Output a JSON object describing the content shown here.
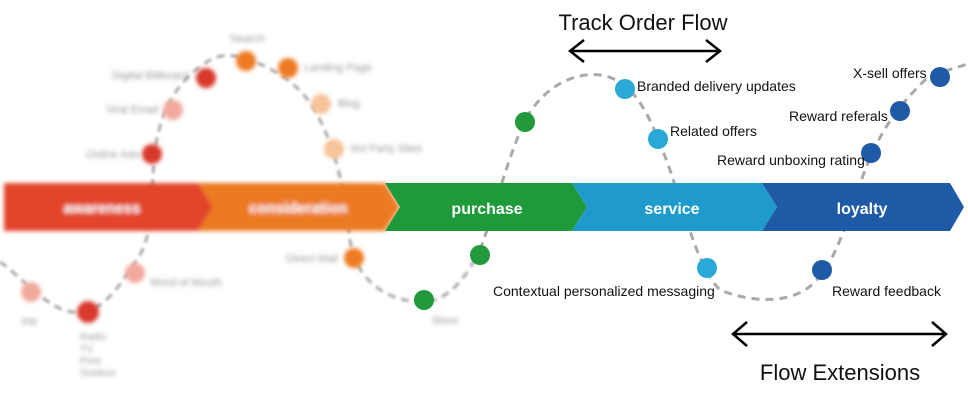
{
  "stages": [
    {
      "label": "awareness",
      "color": "#e2452a"
    },
    {
      "label": "consideration",
      "color": "#ec7a24"
    },
    {
      "label": "purchase",
      "color": "#1f9a3a"
    },
    {
      "label": "service",
      "color": "#1e9bcc"
    },
    {
      "label": "loyalty",
      "color": "#1f5aa6"
    }
  ],
  "faded_labels": {
    "search": "Search",
    "landing_page": "Landing Page",
    "digital_billboard": "Digital Billboard",
    "blog": "Blog",
    "viral_email": "Viral Email",
    "online_ads": "Online Ads",
    "third_party_sites": "3rd Party Sites",
    "direct_mail": "Direct Mail",
    "store": "Store",
    "word_of_mouth": "Word of Mouth",
    "pr": "PR",
    "radio_tv": "Radio\nTV\nPrint\nOutdoor"
  },
  "touchpoints": {
    "branded_delivery_updates": "Branded delivery updates",
    "related_offers": "Related offers",
    "contextual_messaging": "Contextual personalized messaging",
    "xsell_offers": "X-sell offers",
    "reward_referals": "Reward referals",
    "reward_unboxing_rating": "Reward unboxing rating",
    "reward_feedback": "Reward feedback"
  },
  "annotations": {
    "track_order_flow": "Track Order Flow",
    "flow_extensions": "Flow Extensions"
  },
  "colors": {
    "red_dot": "#d9392a",
    "light_red_dot": "#f2a99c",
    "orange_dot": "#ee7a22",
    "light_orange_dot": "#f6c39a",
    "green_dot": "#22993a",
    "teal_dot": "#2aa8d6",
    "blue_dot": "#1f5aa6",
    "path": "#a9a9a9"
  }
}
